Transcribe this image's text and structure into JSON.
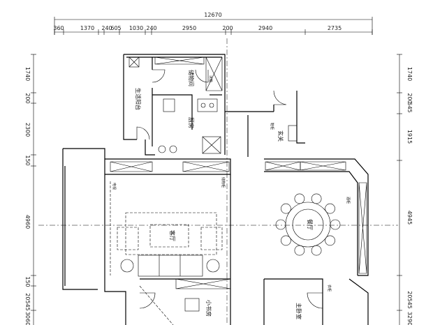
{
  "dimensions": {
    "total_top": "12670",
    "top": [
      "360",
      "1370",
      "240",
      "605",
      "1030",
      "240",
      "2950",
      "200",
      "2940",
      "2735"
    ],
    "left": [
      "1740",
      "200",
      "2300",
      "150",
      "4960",
      "150",
      "20545",
      "3060"
    ],
    "right": [
      "1740",
      "200",
      "545",
      "1915",
      "4945",
      "20545",
      "3290"
    ]
  },
  "rooms": {
    "balcony": "生活阳台",
    "storage": "储物间",
    "kitchen": "厨房",
    "entry": "玄关",
    "living": "客厅",
    "dining": "餐厅",
    "study": "小书房",
    "master": "主卧室"
  },
  "small_labels": {
    "fridge": "冰箱",
    "shoe": "鞋柜",
    "tv": "电视",
    "cabinet": "储物柜",
    "display": "酒柜",
    "wardrobe": "衣柜"
  }
}
